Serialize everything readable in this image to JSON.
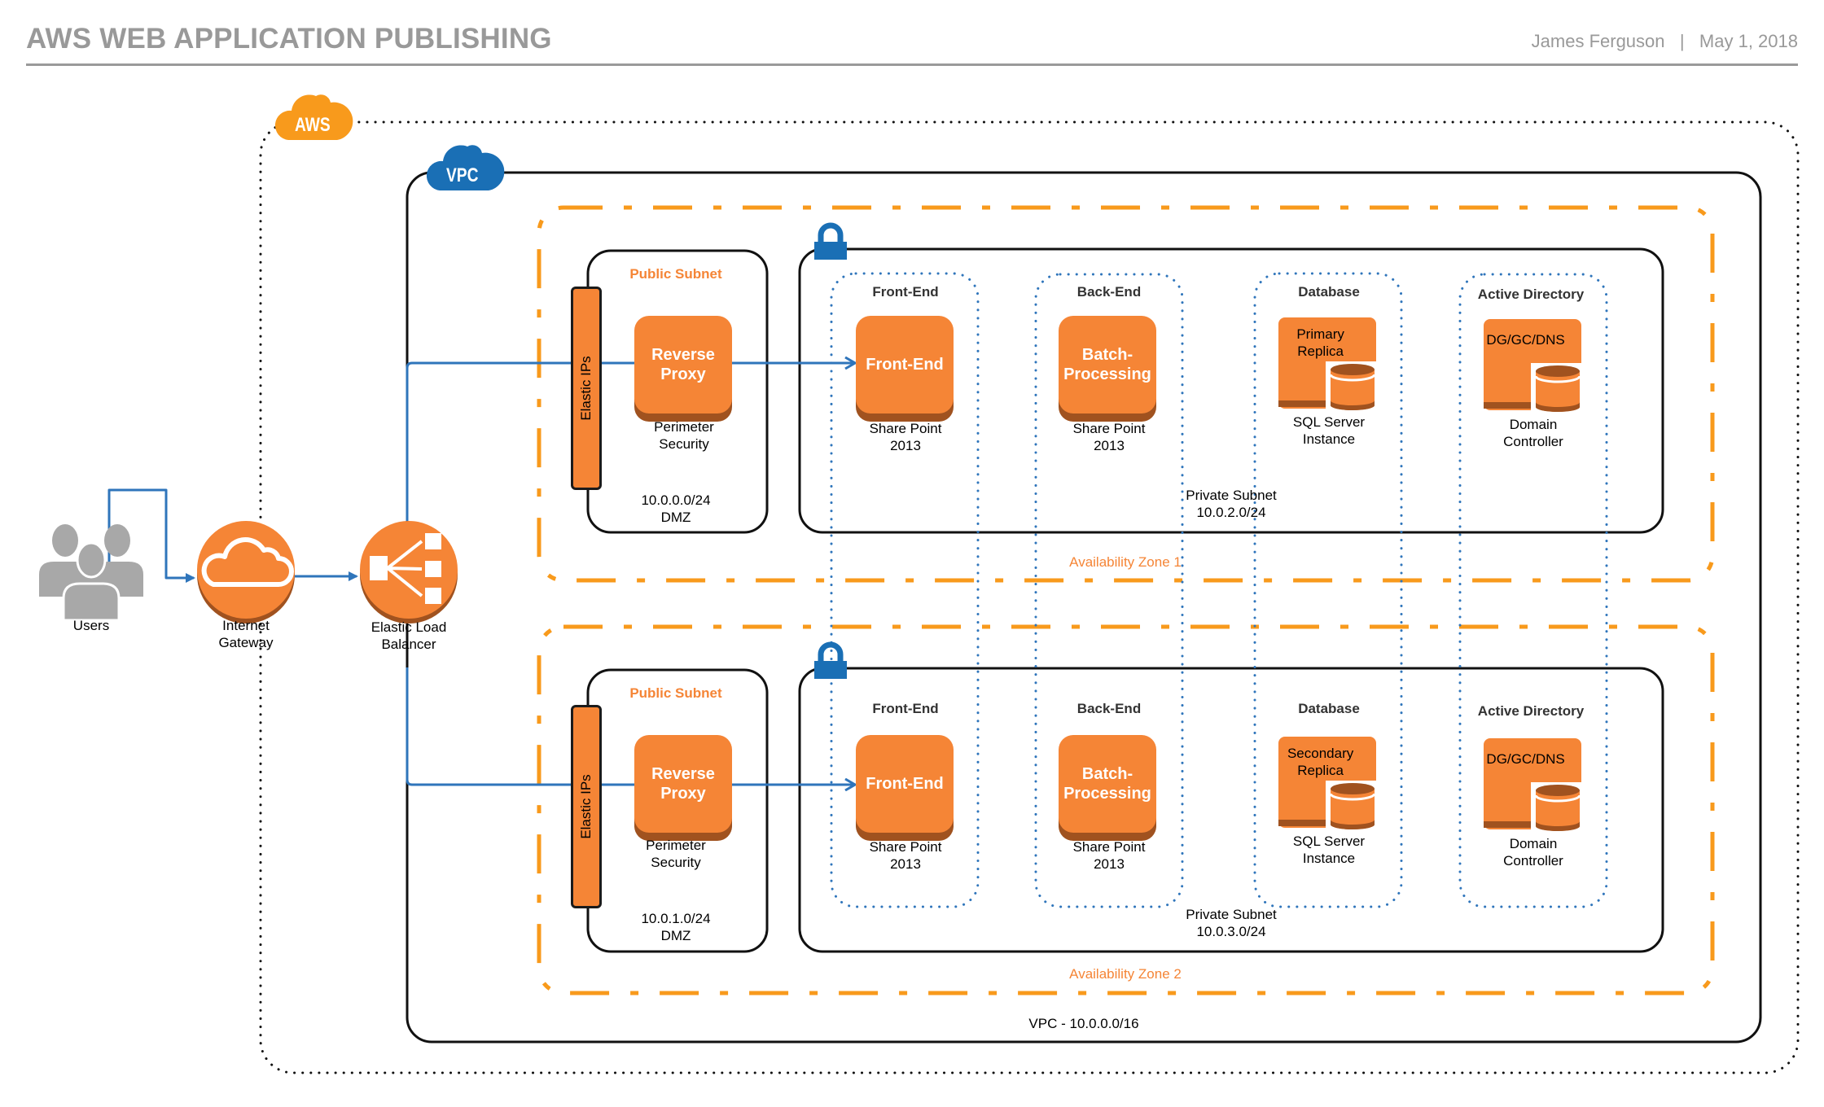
{
  "header": {
    "title": "AWS WEB APPLICATION PUBLISHING",
    "author": "James Ferguson",
    "separator": "|",
    "date": "May 1, 2018"
  },
  "badges": {
    "aws": "AWS",
    "vpc": "VPC"
  },
  "colors": {
    "aws_orange": "#f89a1c",
    "tile_orange": "#f58536",
    "tile_shadow": "#a0521f",
    "vpc_blue": "#1a6fb5",
    "connector_blue": "#2f75bb",
    "heading_gray": "#999999"
  },
  "external": {
    "users": "Users",
    "internet_gateway": "Internet\nGateway",
    "load_balancer": "Elastic Load\nBalancer"
  },
  "vpc_label": "VPC - 10.0.0.0/16",
  "zones": [
    {
      "label": "Availability Zone 1",
      "public_subnet": {
        "title": "Public Subnet",
        "elastic_ips": "Elastic IPs",
        "proxy": "Reverse\nProxy",
        "proxy_caption": "Perimeter\nSecurity",
        "cidr": "10.0.0.0/24\nDMZ"
      },
      "private_subnet": {
        "label": "Private Subnet\n10.0.2.0/24",
        "tiers": [
          {
            "heading": "Front-End",
            "tile": "Front-End",
            "caption": "Share Point\n2013"
          },
          {
            "heading": "Back-End",
            "tile": "Batch-\nProcessing",
            "caption": "Share Point\n2013"
          },
          {
            "heading": "Database",
            "tile": "Primary\nReplica",
            "caption": "SQL Server\nInstance"
          },
          {
            "heading": "Active Directory",
            "tile": "DG/GC/DNS",
            "caption": "Domain\nController"
          }
        ]
      }
    },
    {
      "label": "Availability Zone 2",
      "public_subnet": {
        "title": "Public Subnet",
        "elastic_ips": "Elastic IPs",
        "proxy": "Reverse\nProxy",
        "proxy_caption": "Perimeter\nSecurity",
        "cidr": "10.0.1.0/24\nDMZ"
      },
      "private_subnet": {
        "label": "Private Subnet\n10.0.3.0/24",
        "tiers": [
          {
            "heading": "Front-End",
            "tile": "Front-End",
            "caption": "Share Point\n2013"
          },
          {
            "heading": "Back-End",
            "tile": "Batch-\nProcessing",
            "caption": "Share Point\n2013"
          },
          {
            "heading": "Database",
            "tile": "Secondary\nReplica",
            "caption": "SQL Server\nInstance"
          },
          {
            "heading": "Active Directory",
            "tile": "DG/GC/DNS",
            "caption": "Domain\nController"
          }
        ]
      }
    }
  ]
}
